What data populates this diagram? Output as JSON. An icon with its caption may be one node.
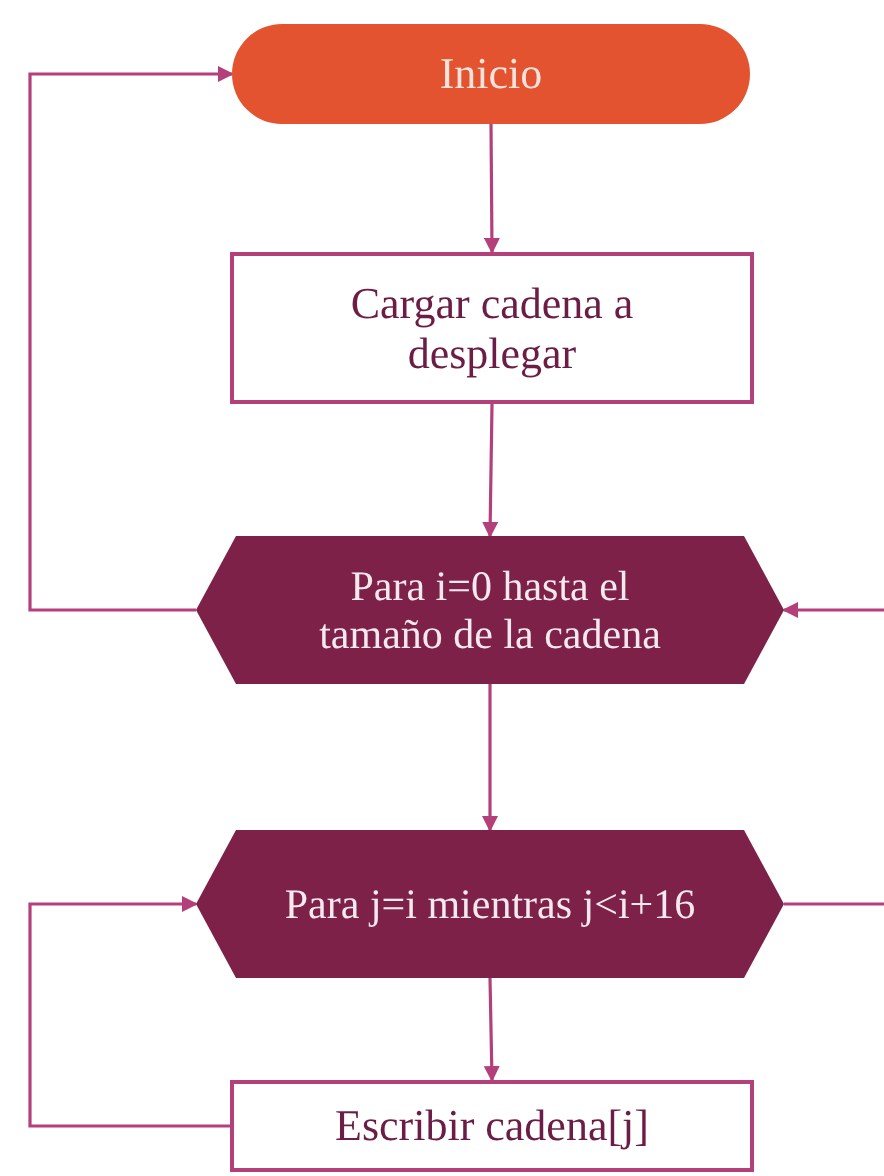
{
  "diagram": {
    "nodes": [
      {
        "text": [
          "Inicio"
        ]
      },
      {
        "text": [
          "Cargar cadena a desplegar"
        ]
      },
      {
        "text": [
          "Para i=0 hasta el tamaño de la cadena"
        ]
      },
      {
        "text": [
          "Para j=i mientras j<i+16"
        ]
      },
      {
        "text": [
          "Escribir cadena[j]"
        ]
      }
    ],
    "edges": [
      {
        "from": 0,
        "to": 1,
        "arrow": "to"
      },
      {
        "from": 1,
        "to": 2,
        "arrow": "to"
      },
      {
        "from": 2,
        "to": 0,
        "arrow": "to"
      },
      {
        "from": 2,
        "to": 3,
        "arrow": "to"
      },
      {
        "from": 3,
        "to": 4,
        "arrow": "to"
      },
      {
        "from": 4,
        "to": 3,
        "arrow": "to"
      },
      {
        "from": null,
        "to": 2,
        "arrow": "to"
      },
      {
        "from": 3,
        "to": null,
        "arrow": "none"
      }
    ]
  }
}
